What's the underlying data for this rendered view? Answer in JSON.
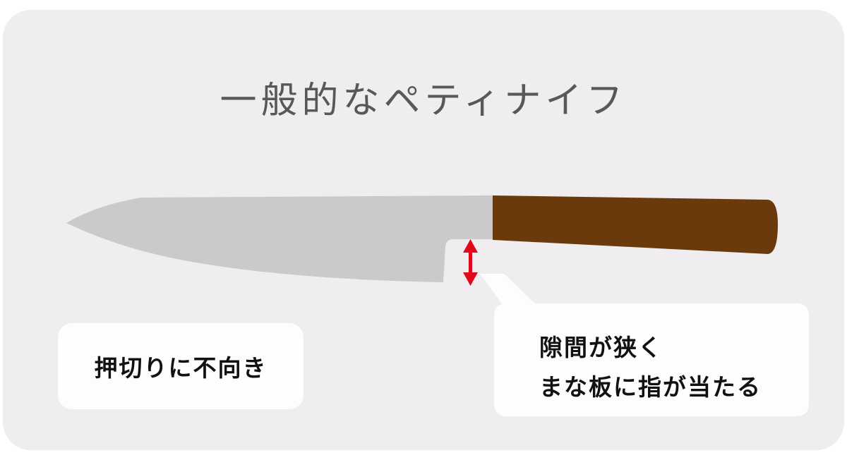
{
  "title": "一般的なペティナイフ",
  "callouts": {
    "left": {
      "text": "押切りに不向き"
    },
    "right": {
      "lines": [
        "隙間が狭く",
        "まな板に指が当たる"
      ]
    }
  },
  "knife": {
    "blade_color": "#cac9cc",
    "handle_color": "#6b3a0c",
    "arrow_color": "#e0081a",
    "arrow_icon": "double-arrow-vertical"
  },
  "colors": {
    "background": "#ffffff",
    "panel": "#efedf0",
    "title_text": "#595759",
    "callout_bg": "#fefcfe",
    "callout_text": "#111111"
  }
}
